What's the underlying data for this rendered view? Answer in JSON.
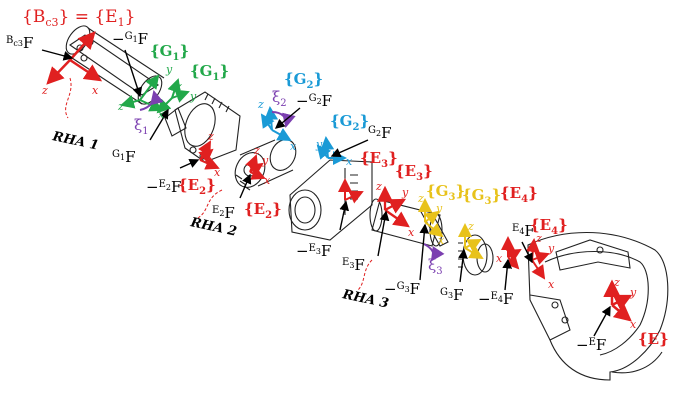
{
  "colors": {
    "red": "#e02020",
    "green": "#22a84a",
    "blue": "#1a9ad6",
    "gold": "#e8c21a",
    "purple": "#7b3fb0",
    "black": "#000000",
    "outline": "#222222"
  },
  "title_eq": {
    "lhs": "{B",
    "lhs_sub": "c3",
    "mid": "} = {E",
    "rhs_sub": "1",
    "end": "}"
  },
  "modules": {
    "rha1": "RHA 1",
    "rha2": "RHA 2",
    "rha3": "RHA 3"
  },
  "frames": {
    "bc3F": {
      "main": "F",
      "pre": "B",
      "pre_sub": "c3"
    },
    "g1F_top": {
      "main": "F",
      "pre": "G",
      "pre_sub": "1"
    },
    "g1F_bottom": {
      "main": "F",
      "pre": "G",
      "pre_sub": "1"
    },
    "neg_e2F": {
      "main": "F",
      "pre": "E",
      "pre_sub": "2"
    },
    "e2F": {
      "main": "F",
      "pre": "E",
      "pre_sub": "2"
    },
    "neg_g2F": {
      "main": "F",
      "pre": "G",
      "pre_sub": "2"
    },
    "g2F": {
      "main": "F",
      "pre": "G",
      "pre_sub": "2"
    },
    "neg_e3F": {
      "main": "F",
      "pre": "E",
      "pre_sub": "3"
    },
    "e3F": {
      "main": "F",
      "pre": "E",
      "pre_sub": "3"
    },
    "neg_g3F": {
      "main": "F",
      "pre": "G",
      "pre_sub": "3"
    },
    "g3F": {
      "main": "F",
      "pre": "G",
      "pre_sub": "3"
    },
    "neg_e4F": {
      "main": "F",
      "pre": "E",
      "pre_sub": "4"
    },
    "e4F": {
      "main": "F",
      "pre": "E",
      "pre_sub": "4"
    },
    "neg_eF": {
      "main": "F",
      "pre": "E"
    }
  },
  "sets": {
    "G1a": {
      "open": "{G",
      "sub": "1",
      "close": "}"
    },
    "G1b": {
      "open": "{G",
      "sub": "1",
      "close": "}"
    },
    "E2a": {
      "open": "{E",
      "sub": "2",
      "close": "}"
    },
    "E2b": {
      "open": "{E",
      "sub": "2",
      "close": "}"
    },
    "G2a": {
      "open": "{G",
      "sub": "2",
      "close": "}"
    },
    "G2b": {
      "open": "{G",
      "sub": "2",
      "close": "}"
    },
    "E3a": {
      "open": "{E",
      "sub": "3",
      "close": "}"
    },
    "E3b": {
      "open": "{E",
      "sub": "3",
      "close": "}"
    },
    "G3a": {
      "open": "{G",
      "sub": "3",
      "close": "}"
    },
    "G3b": {
      "open": "{G",
      "sub": "3",
      "close": "}"
    },
    "E4a": {
      "open": "{E",
      "sub": "4",
      "close": "}"
    },
    "E4b": {
      "open": "{E",
      "sub": "4",
      "close": "}"
    },
    "E": {
      "open": "{E",
      "close": "}"
    }
  },
  "xi": {
    "xi1": {
      "sym": "ξ",
      "sub": "1"
    },
    "xi2": {
      "sym": "ξ",
      "sub": "2"
    },
    "xi3": {
      "sym": "ξ",
      "sub": "3"
    }
  },
  "axes": {
    "x": "x",
    "y": "y",
    "z": "z"
  },
  "minus": "−"
}
